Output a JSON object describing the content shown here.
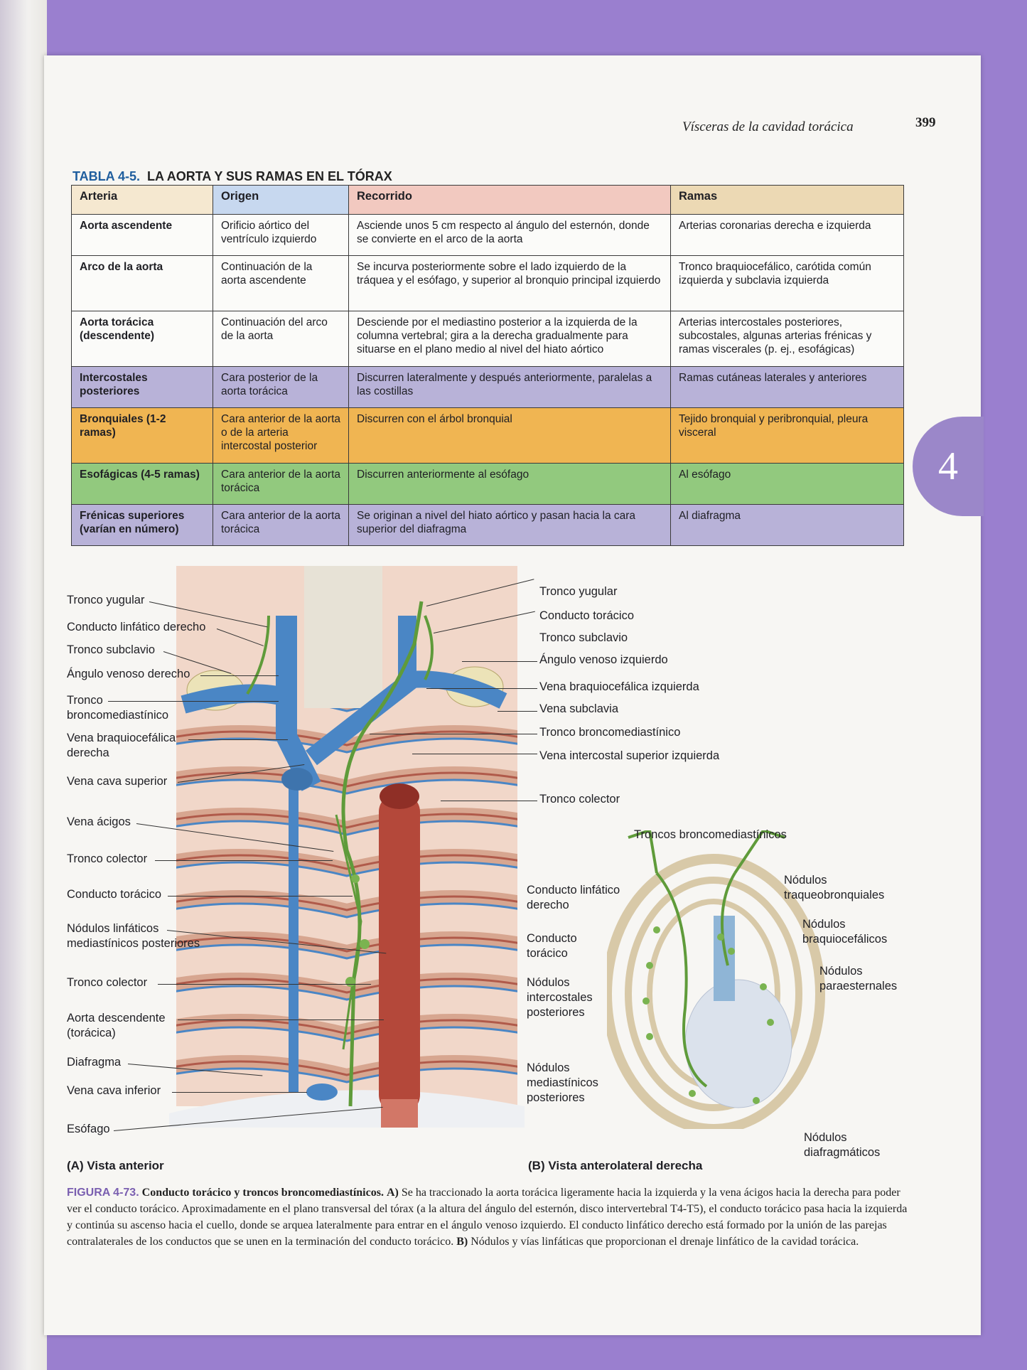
{
  "running_head": "Vísceras de la cavidad torácica",
  "page_number": "399",
  "chapter_tab": "4",
  "table": {
    "label": "TABLA 4-5.",
    "title": "LA AORTA Y SUS RAMAS EN EL TÓRAX",
    "headers": [
      "Arteria",
      "Origen",
      "Recorrido",
      "Ramas"
    ],
    "rows": [
      {
        "arteria": "Aorta ascendente",
        "origen": "Orificio aórtico del ventrículo izquierdo",
        "recorrido": "Asciende unos 5 cm respecto al ángulo del esternón, donde se convierte en el arco de la aorta",
        "ramas": "Arterias coronarias derecha e izquierda"
      },
      {
        "arteria": "Arco de la aorta",
        "origen": "Continuación de la aorta ascendente",
        "recorrido": "Se incurva posteriormente sobre el lado izquierdo de la tráquea y el esófago, y superior al bronquio principal izquierdo",
        "ramas": "Tronco braquiocefálico, carótida común izquierda y subclavia izquierda"
      },
      {
        "arteria": "Aorta torácica (descendente)",
        "origen": "Continuación del arco de la aorta",
        "recorrido": "Desciende por el mediastino posterior a la izquierda de la columna vertebral; gira a la derecha gradualmente para situarse en el plano medio al nivel del hiato aórtico",
        "ramas": "Arterias intercostales posteriores, subcostales, algunas arterias frénicas y ramas viscerales (p. ej., esofágicas)"
      },
      {
        "arteria": "Intercostales posteriores",
        "origen": "Cara posterior de la aorta torácica",
        "recorrido": "Discurren lateralmente y después anteriormente, paralelas a las costillas",
        "ramas": "Ramas cutáneas laterales y anteriores"
      },
      {
        "arteria": "Bronquiales (1-2 ramas)",
        "origen": "Cara anterior de la aorta o de la arteria intercostal posterior",
        "recorrido": "Discurren con el árbol bronquial",
        "ramas": "Tejido bronquial y peribronquial, pleura visceral"
      },
      {
        "arteria": "Esofágicas (4-5 ramas)",
        "origen": "Cara anterior de la aorta torácica",
        "recorrido": "Discurren anteriormente al esófago",
        "ramas": "Al esófago"
      },
      {
        "arteria": "Frénicas superiores (varían en número)",
        "origen": "Cara anterior de la aorta torácica",
        "recorrido": "Se originan a nivel del hiato aórtico y pasan hacia la cara superior del diafragma",
        "ramas": "Al diafragma"
      }
    ]
  },
  "figA": {
    "caption": "(A) Vista anterior",
    "left_labels": [
      "Tronco yugular",
      "Conducto linfático derecho",
      "Tronco subclavio",
      "Ángulo venoso derecho",
      "Tronco broncomediastínico",
      "Vena braquiocefálica derecha",
      "Vena cava superior",
      "Vena ácigos",
      "Tronco colector",
      "Conducto torácico",
      "Nódulos linfáticos mediastínicos posteriores",
      "Tronco colector",
      "Aorta descendente (torácica)",
      "Diafragma",
      "Vena cava inferior",
      "Esófago"
    ],
    "right_labels": [
      "Tronco yugular",
      "Conducto torácico",
      "Tronco subclavio",
      "Ángulo venoso izquierdo",
      "Vena braquiocefálica izquierda",
      "Vena subclavia",
      "Tronco broncomediastínico",
      "Vena intercostal superior izquierda",
      "Tronco colector"
    ]
  },
  "figB": {
    "caption": "(B) Vista anterolateral derecha",
    "labels": [
      "Troncos broncomediastínicos",
      "Conducto linfático derecho",
      "Nódulos traqueobronquiales",
      "Conducto torácico",
      "Nódulos braquiocefálicos",
      "Nódulos paraesternales",
      "Nódulos intercostales posteriores",
      "Nódulos mediastínicos posteriores",
      "Nódulos diafragmáticos"
    ]
  },
  "caption": {
    "label": "FIGURA 4-73.",
    "title": "Conducto torácico y troncos broncomediastínicos.",
    "a_label": "A)",
    "a_text": "Se ha traccionado la aorta torácica ligeramente hacia la izquierda y la vena ácigos hacia la derecha para poder ver el conducto torácico. Aproximadamente en el plano transversal del tórax (a la altura del ángulo del esternón, disco intervertebral T4-T5), el conducto torácico pasa hacia la izquierda y continúa su ascenso hacia el cuello, donde se arquea lateralmente para entrar en el ángulo venoso izquierdo. El conducto linfático derecho está formado por la unión de las parejas contralaterales de los conductos que se unen en la terminación del conducto torácico.",
    "b_label": "B)",
    "b_text": "Nódulos y vías linfáticas que proporcionan el drenaje linfático de la cavidad torácica."
  },
  "colors": {
    "table_label": "#1f5e9e",
    "purple_row": "#b8b2d8",
    "orange_row": "#f0b552",
    "green_row": "#92c97e",
    "vein": "#4a86c5",
    "aorta": "#b4483a",
    "lymph": "#5f9b3a"
  }
}
